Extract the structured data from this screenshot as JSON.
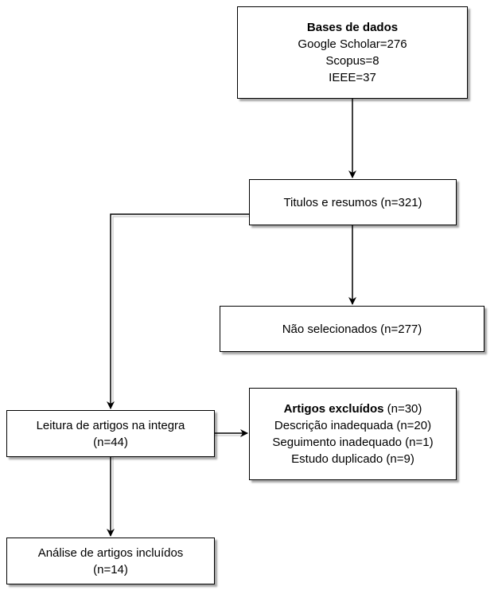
{
  "nodes": {
    "databases": {
      "title": "Bases de dados",
      "lines": [
        "Google Scholar=276",
        "Scopus=8",
        "IEEE=37"
      ]
    },
    "titles": {
      "text": "Titulos e resumos (n=321)"
    },
    "not_selected": {
      "text": "Não selecionados (n=277)"
    },
    "reading": {
      "line1": "Leitura de artigos na integra",
      "line2": "(n=44)"
    },
    "excluded": {
      "title": "Artigos excluídos",
      "count": " (n=30)",
      "lines": [
        "Descrição inadequada (n=20)",
        "Seguimento inadequado (n=1)",
        "Estudo duplicado (n=9)"
      ]
    },
    "included": {
      "line1": "Análise de artigos incluídos",
      "line2": "(n=14)"
    }
  }
}
